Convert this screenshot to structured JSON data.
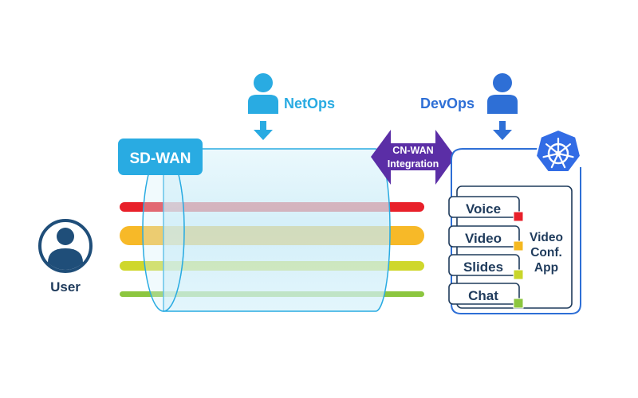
{
  "labels": {
    "user": "User",
    "netops": "NetOps",
    "devops": "DevOps",
    "sdwan": "SD-WAN",
    "integration_line1": "CN-WAN",
    "integration_line2": "Integration",
    "app_line1": "Video",
    "app_line2": "Conf.",
    "app_line3": "App"
  },
  "services": [
    {
      "name": "Voice",
      "color": "#e8202a"
    },
    {
      "name": "Video",
      "color": "#f5b820"
    },
    {
      "name": "Slides",
      "color": "#c9d62a"
    },
    {
      "name": "Chat",
      "color": "#8cc63f"
    }
  ],
  "colors": {
    "user": "#1f4e79",
    "netops": "#29abe2",
    "devops": "#2e6fd6",
    "tunnel_fill": "#cdeef8",
    "tunnel_stroke": "#29abe2",
    "sdwan_badge": "#29abe2",
    "integration_arrow": "#5b2ea6",
    "k8s_frame": "#2e6fd6",
    "k8s_icon": "#326ce5",
    "label_dark": "#1f3b5c"
  },
  "icons": {
    "user": "user-avatar-icon",
    "netops": "person-icon",
    "devops": "person-icon",
    "kubernetes": "kubernetes-helm-icon"
  }
}
